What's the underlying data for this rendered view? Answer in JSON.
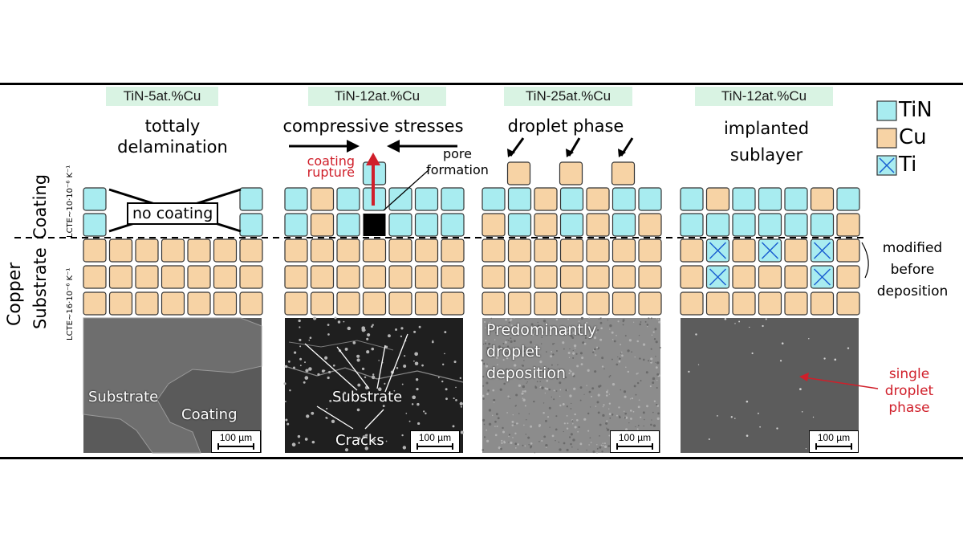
{
  "panels": [
    {
      "tag": "TiN-5at.%Cu",
      "heading": "tottaly\ndelamination"
    },
    {
      "tag": "TiN-12at.%Cu",
      "heading": "compressive stresses"
    },
    {
      "tag": "TiN-25at.%Cu",
      "heading": "droplet phase"
    },
    {
      "tag": "TiN-12at.%Cu",
      "heading": "implanted\nsublayer"
    }
  ],
  "legend": [
    {
      "label": "TiN",
      "color": "#a8ecf0"
    },
    {
      "label": "Cu",
      "color": "#f7d3a5"
    },
    {
      "label": "Ti",
      "color": "#a8ecf0"
    }
  ],
  "side_labels": {
    "coating": "Coating",
    "copper_substrate_1": "Copper",
    "copper_substrate_2": "Substrate",
    "lcte_coating": "LCTE~10·10⁻⁶ K⁻¹",
    "lcte_substrate": "LCTE~16·10⁻⁶ K⁻¹"
  },
  "annotations": {
    "no_coating": "no coating",
    "coating_rupture": "coating\nrupture",
    "pore_formation": "pore\nformation",
    "modified_before_deposition": "modified\nbefore\ndeposition",
    "single_droplet_phase": "single\ndroplet\nphase"
  },
  "sem_labels": {
    "p1_substrate": "Substrate",
    "p1_coating": "Coating",
    "p2_substrate": "Substrate",
    "p2_cracks": "Cracks",
    "p3_text": "Predominantly\ndroplet\ndeposition"
  },
  "scalebar": "100 µm",
  "colors": {
    "tin": "#a8ecf0",
    "cu": "#f7d3a5",
    "tag_bg": "#d9f3e3",
    "red": "#d01f2a"
  }
}
